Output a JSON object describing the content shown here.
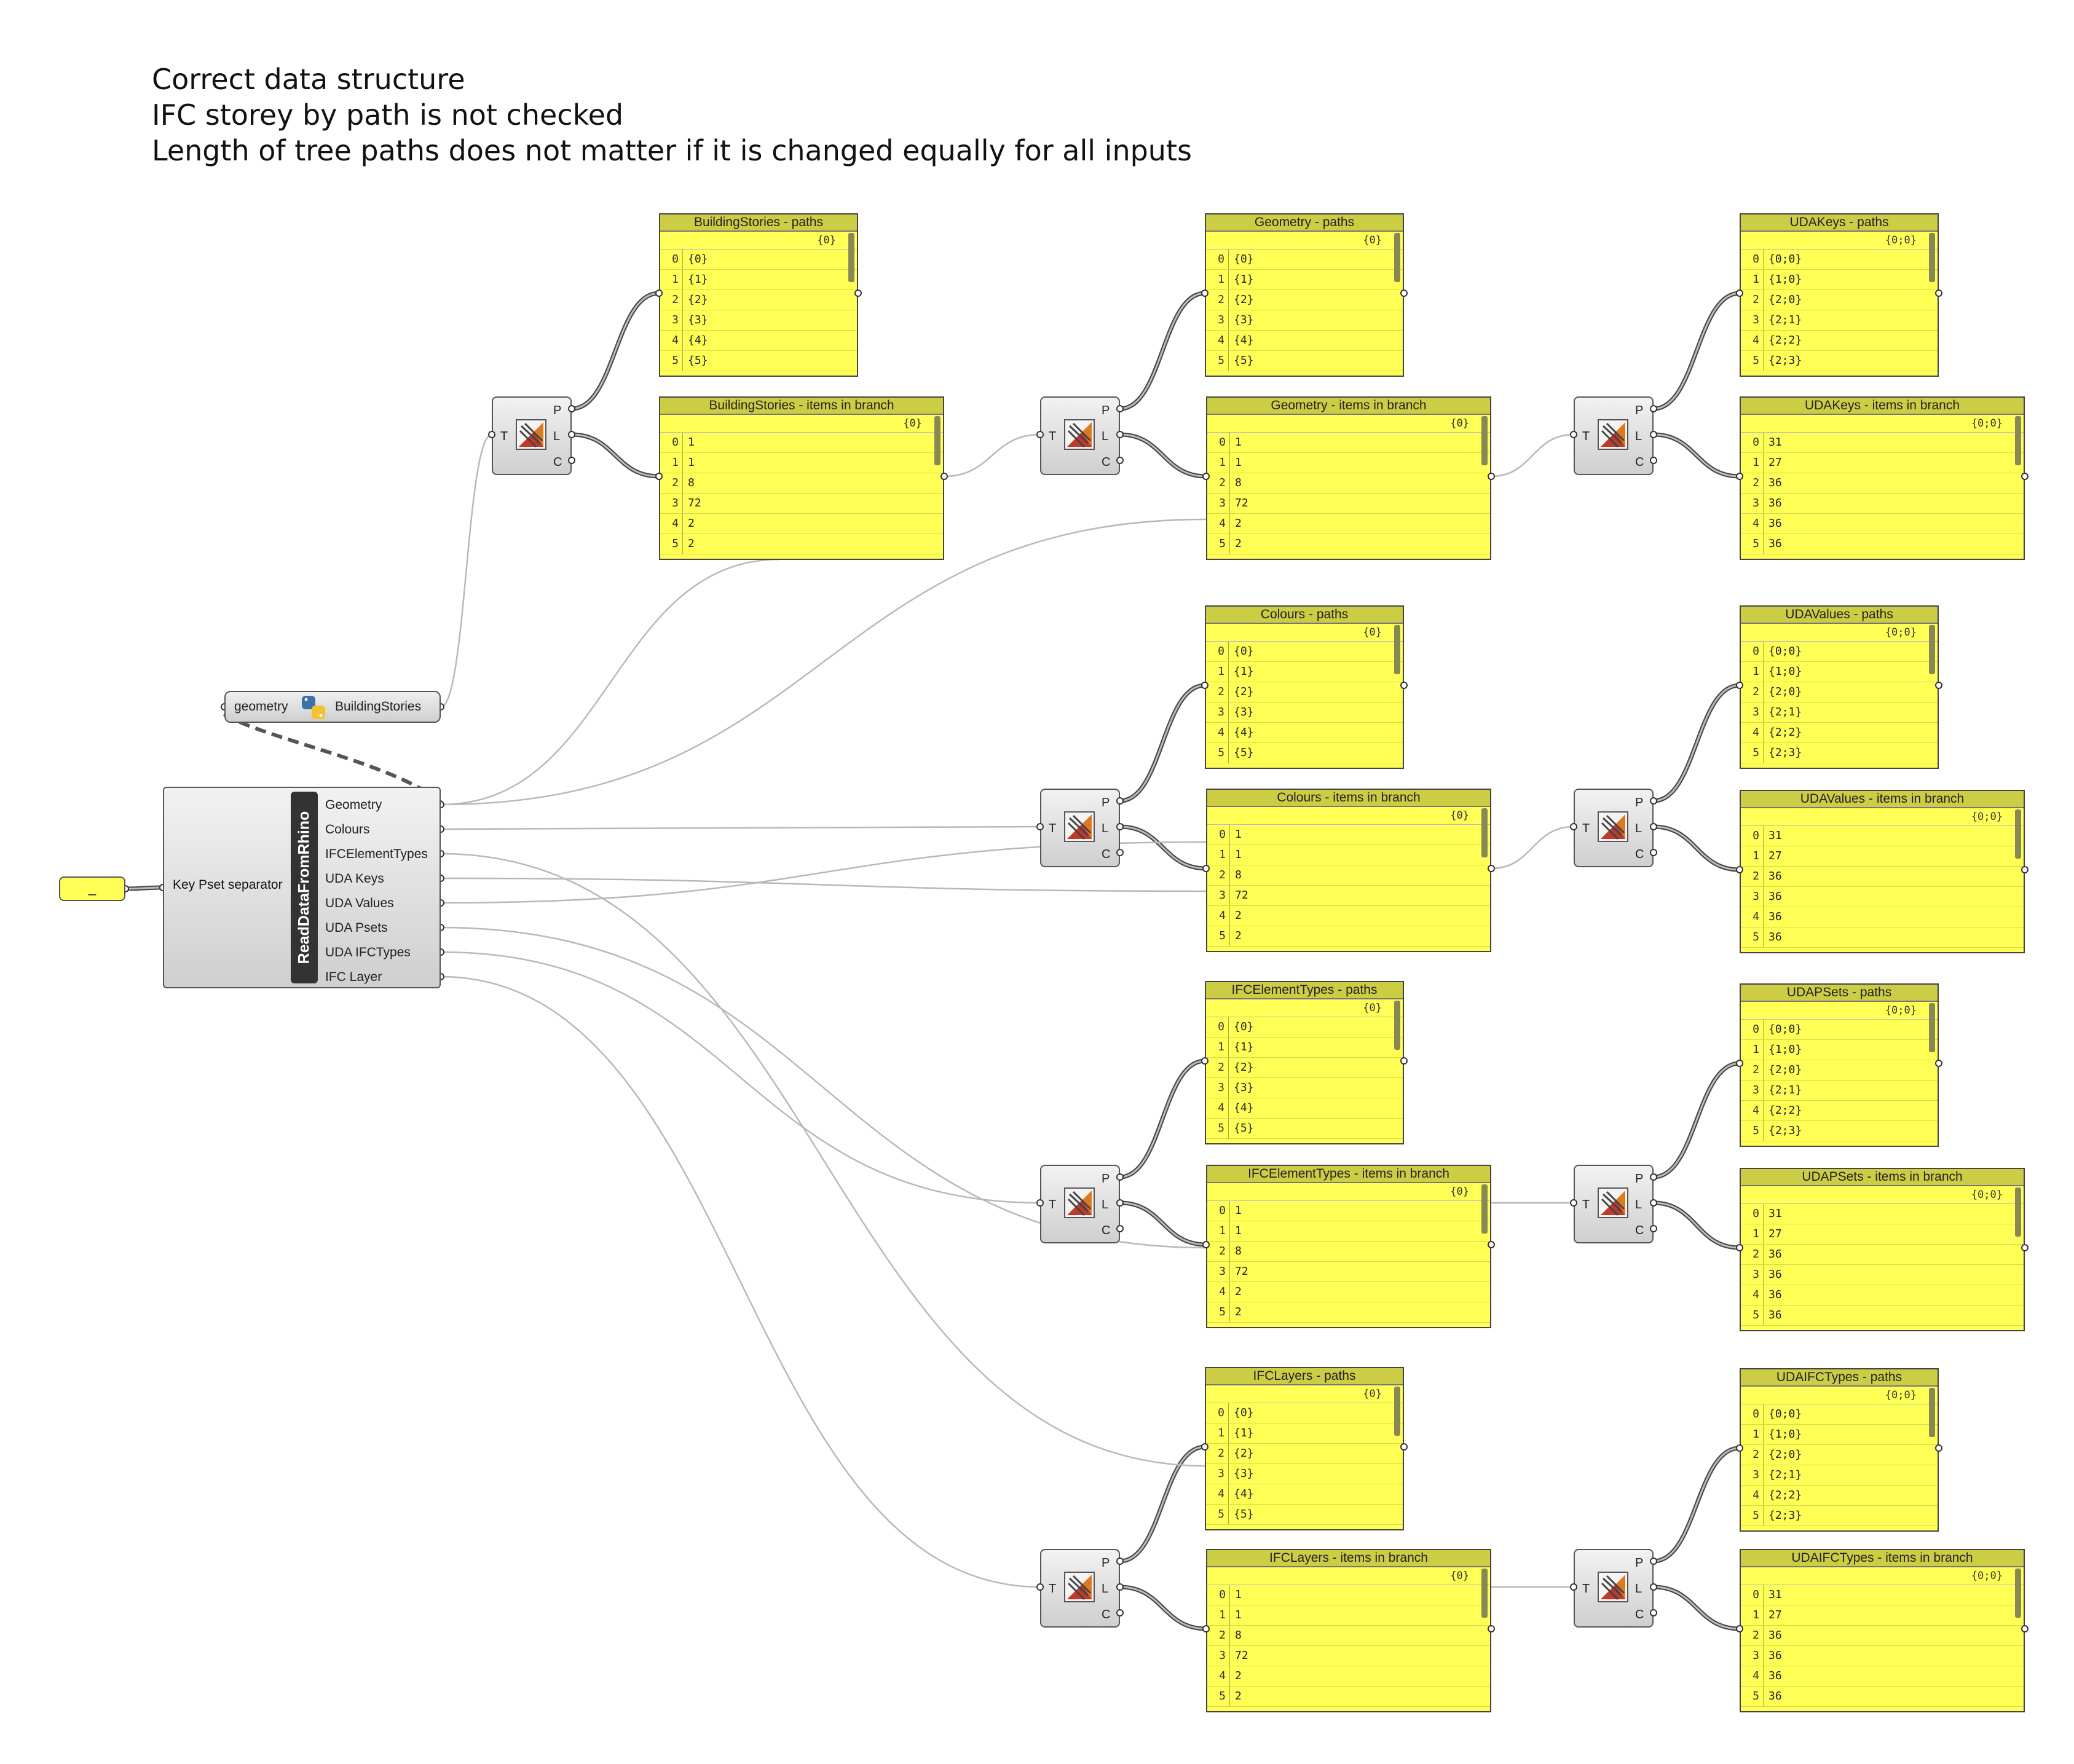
{
  "notes": [
    "Correct data structure",
    "IFC storey by path is not checked",
    "Length of tree paths does not matter if it is changed equally for all inputs"
  ],
  "toggle": {
    "label": "_"
  },
  "python": {
    "input": "geometry",
    "output": "BuildingStories",
    "icon": "python-icon"
  },
  "main": {
    "title": "ReadDataFromRhino",
    "input": "Key Pset separator",
    "outputs": [
      "Geometry",
      "Colours",
      "IFCElementTypes",
      "UDA Keys",
      "UDA Values",
      "UDA Psets",
      "UDA IFCTypes",
      "IFC Layer"
    ]
  },
  "component": {
    "input": "T",
    "outputs": [
      "P",
      "L",
      "C"
    ],
    "icon": "tree-statistics-icon"
  },
  "panels": {
    "bs_paths": {
      "title": "BuildingStories - paths",
      "path": "{0}",
      "rows": [
        "{0}",
        "{1}",
        "{2}",
        "{3}",
        "{4}",
        "{5}"
      ]
    },
    "bs_items": {
      "title": "BuildingStories - items in branch",
      "path": "{0}",
      "rows": [
        "1",
        "1",
        "8",
        "72",
        "2",
        "2"
      ]
    },
    "geo_paths": {
      "title": "Geometry - paths",
      "path": "{0}",
      "rows": [
        "{0}",
        "{1}",
        "{2}",
        "{3}",
        "{4}",
        "{5}"
      ]
    },
    "geo_items": {
      "title": "Geometry - items in branch",
      "path": "{0}",
      "rows": [
        "1",
        "1",
        "8",
        "72",
        "2",
        "2"
      ]
    },
    "udak_paths": {
      "title": "UDAKeys - paths",
      "path": "{0;0}",
      "rows": [
        "{0;0}",
        "{1;0}",
        "{2;0}",
        "{2;1}",
        "{2;2}",
        "{2;3}"
      ]
    },
    "udak_items": {
      "title": "UDAKeys - items in branch",
      "path": "{0;0}",
      "rows": [
        "31",
        "27",
        "36",
        "36",
        "36",
        "36"
      ]
    },
    "col_paths": {
      "title": "Colours - paths",
      "path": "{0}",
      "rows": [
        "{0}",
        "{1}",
        "{2}",
        "{3}",
        "{4}",
        "{5}"
      ]
    },
    "col_items": {
      "title": "Colours - items in branch",
      "path": "{0}",
      "rows": [
        "1",
        "1",
        "8",
        "72",
        "2",
        "2"
      ]
    },
    "udav_paths": {
      "title": "UDAValues - paths",
      "path": "{0;0}",
      "rows": [
        "{0;0}",
        "{1;0}",
        "{2;0}",
        "{2;1}",
        "{2;2}",
        "{2;3}"
      ]
    },
    "udav_items": {
      "title": "UDAValues - items in branch",
      "path": "{0;0}",
      "rows": [
        "31",
        "27",
        "36",
        "36",
        "36",
        "36"
      ]
    },
    "ifct_paths": {
      "title": "IFCElementTypes - paths",
      "path": "{0}",
      "rows": [
        "{0}",
        "{1}",
        "{2}",
        "{3}",
        "{4}",
        "{5}"
      ]
    },
    "ifct_items": {
      "title": "IFCElementTypes - items in branch",
      "path": "{0}",
      "rows": [
        "1",
        "1",
        "8",
        "72",
        "2",
        "2"
      ]
    },
    "udap_paths": {
      "title": "UDAPSets - paths",
      "path": "{0;0}",
      "rows": [
        "{0;0}",
        "{1;0}",
        "{2;0}",
        "{2;1}",
        "{2;2}",
        "{2;3}"
      ]
    },
    "udap_items": {
      "title": "UDAPSets - items in branch",
      "path": "{0;0}",
      "rows": [
        "31",
        "27",
        "36",
        "36",
        "36",
        "36"
      ]
    },
    "ifcl_paths": {
      "title": "IFCLayers - paths",
      "path": "{0}",
      "rows": [
        "{0}",
        "{1}",
        "{2}",
        "{3}",
        "{4}",
        "{5}"
      ]
    },
    "ifcl_items": {
      "title": "IFCLayers - items in branch",
      "path": "{0}",
      "rows": [
        "1",
        "1",
        "8",
        "72",
        "2",
        "2"
      ]
    },
    "udai_paths": {
      "title": "UDAIFCTypes - paths",
      "path": "{0;0}",
      "rows": [
        "{0;0}",
        "{1;0}",
        "{2;0}",
        "{2;1}",
        "{2;2}",
        "{2;3}"
      ]
    },
    "udai_items": {
      "title": "UDAIFCTypes - items in branch",
      "path": "{0;0}",
      "rows": [
        "31",
        "27",
        "36",
        "36",
        "36",
        "36"
      ]
    }
  },
  "colors": {
    "panel": "#ffff55",
    "panel_header": "#cdcd45",
    "canvas": "#ffffff",
    "wire": "#b8b8b8"
  }
}
